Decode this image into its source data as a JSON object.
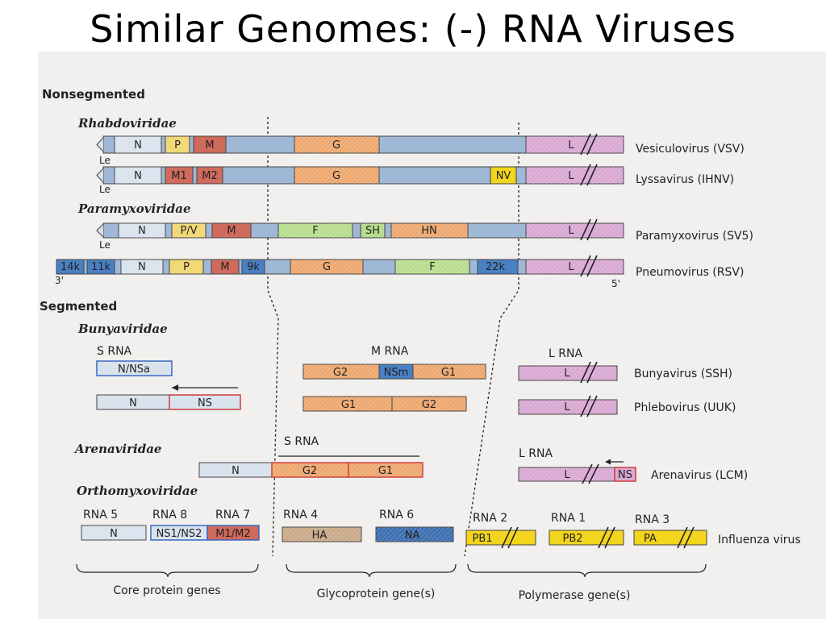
{
  "slide_title": "Similar Genomes:  (-) RNA Viruses",
  "sections": {
    "nonsegmented": "Nonsegmented",
    "segmented": "Segmented"
  },
  "families": {
    "rhabdoviridae": "Rhabdoviridae",
    "paramyxoviridae": "Paramyxoviridae",
    "bunyaviridae": "Bunyaviridae",
    "arenaviridae": "Arenaviridae",
    "orthomyxoviridae": "Orthomyxoviridae"
  },
  "viruses": {
    "vsv": "Vesiculovirus (VSV)",
    "ihnv": "Lyssavirus (IHNV)",
    "sv5": "Paramyxovirus (SV5)",
    "rsv": "Pneumovirus (RSV)",
    "ssh": "Bunyavirus (SSH)",
    "uuk": "Phlebovirus (UUK)",
    "lcm": "Arenavirus (LCM)",
    "influenza": "Influenza virus"
  },
  "markers": {
    "le": "Le",
    "three_prime": "3'",
    "five_prime": "5'"
  },
  "genes": {
    "n": "N",
    "p": "P",
    "m": "M",
    "g": "G",
    "l": "L",
    "m1": "M1",
    "m2": "M2",
    "nv": "NV",
    "pv": "P/V",
    "f": "F",
    "sh": "SH",
    "hn": "HN",
    "k14": "14k",
    "k11": "11k",
    "k9": "9k",
    "k22": "22k",
    "nnsa": "N/NSa",
    "ns": "NS",
    "g1": "G1",
    "g2": "G2",
    "nsm": "NSm",
    "ha": "HA",
    "na": "NA",
    "ns1ns2": "NS1/NS2",
    "m1m2": "M1/M2",
    "pb1": "PB1",
    "pb2": "PB2",
    "pa": "PA"
  },
  "rna_labels": {
    "s_rna": "S RNA",
    "m_rna": "M RNA",
    "l_rna": "L RNA",
    "rna5": "RNA 5",
    "rna8": "RNA 8",
    "rna7": "RNA 7",
    "rna4": "RNA 4",
    "rna6": "RNA 6",
    "rna2": "RNA 2",
    "rna1": "RNA 1",
    "rna3": "RNA 3"
  },
  "groups": {
    "core": "Core protein genes",
    "glyco": "Glycoprotein gene(s)",
    "polymerase": "Polymerase gene(s)"
  },
  "colors": {
    "background": "#f1f0ee",
    "nucleoprotein": "#d9e3ee",
    "intergenic": "#9fb8d6",
    "phosphoprotein": "#f2d978",
    "matrix": "#cf6a5c",
    "glycoprotein": "#eda870",
    "polymerase": "#d9a8d3",
    "fusion": "#b9dd8e",
    "rsv_small": "#4a80c4",
    "influenza_polymerase": "#f2d51c",
    "hemagglutinin": "#c9a98a",
    "neuraminidase": "#3d6fb1",
    "ns_outline": "#d23a3a",
    "nsa_outline": "#3a68c2"
  }
}
